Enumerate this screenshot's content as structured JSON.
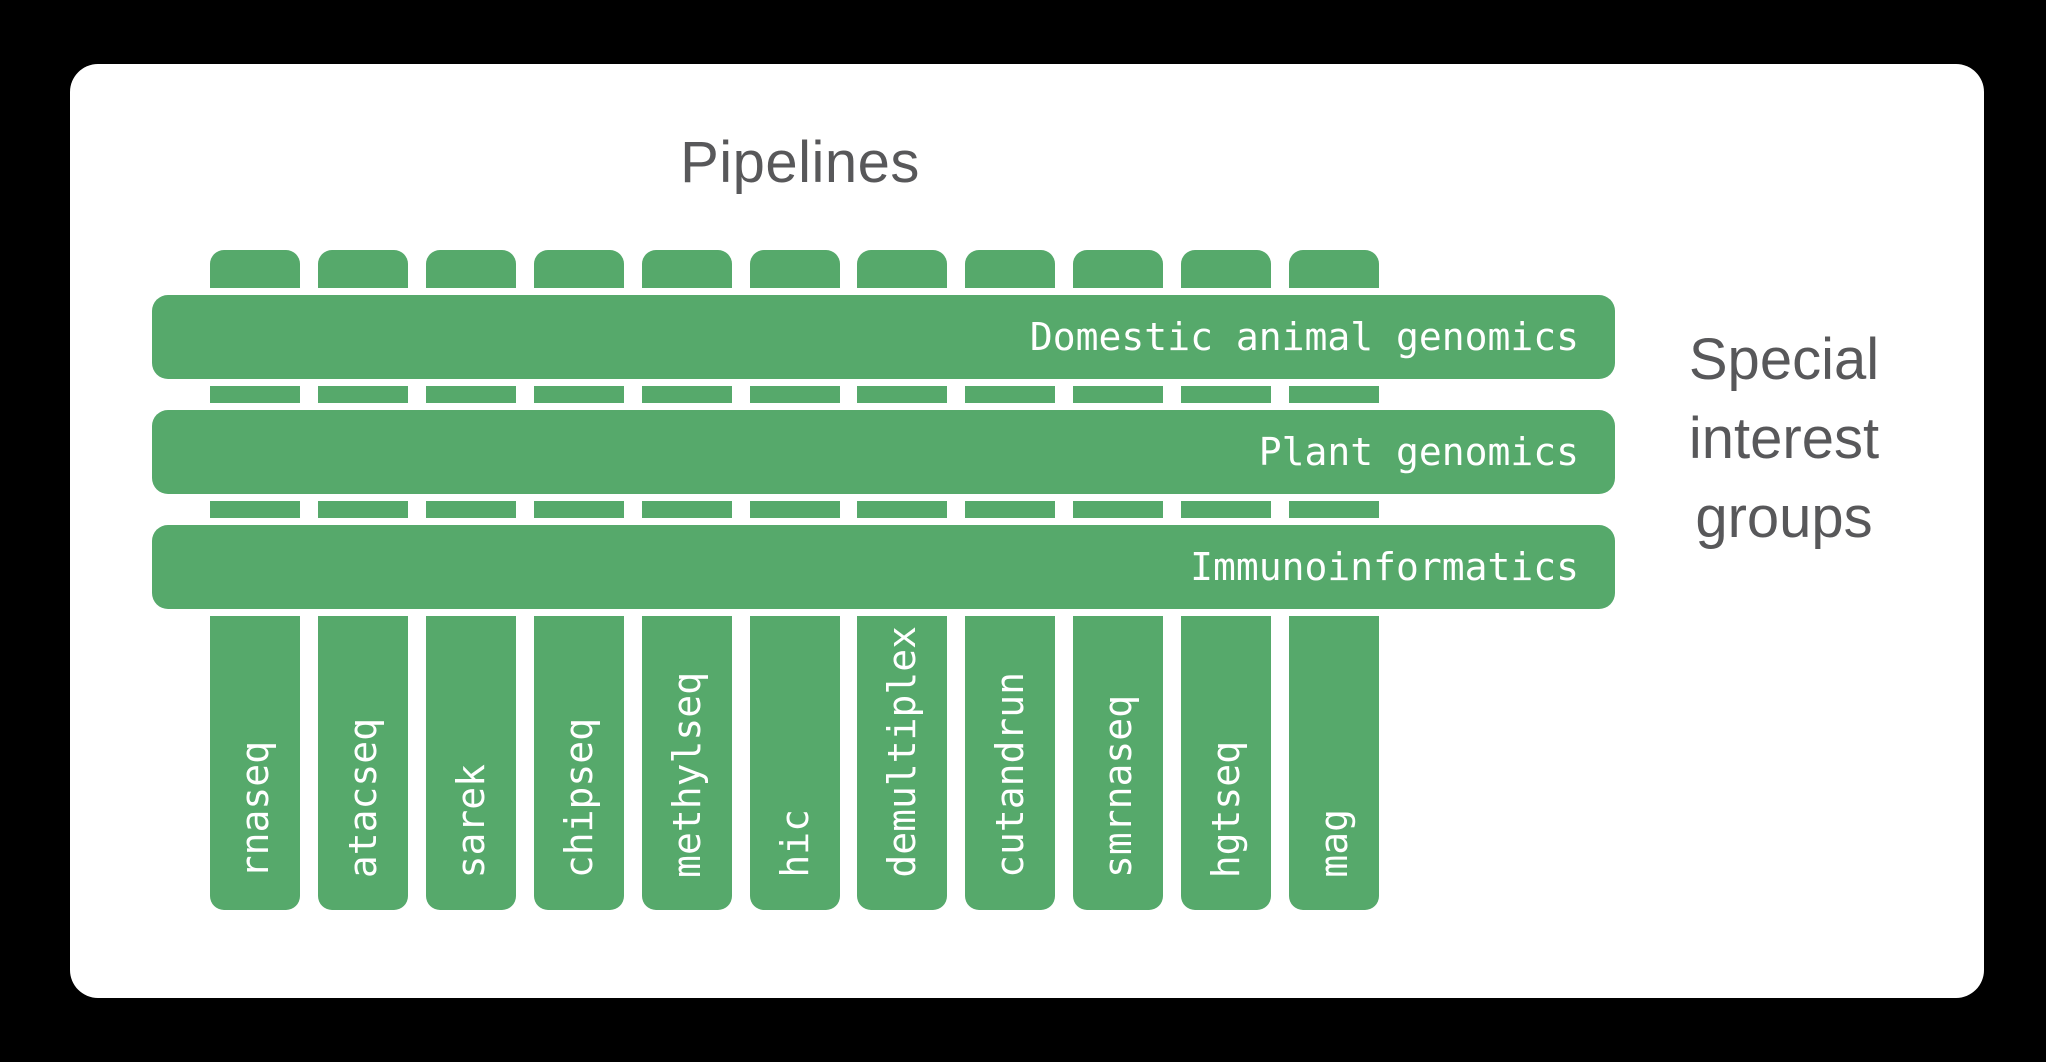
{
  "title": "Pipelines",
  "pipelines": [
    "rnaseq",
    "atacseq",
    "sarek",
    "chipseq",
    "methylseq",
    "hic",
    "demultiplex",
    "cutandrun",
    "smrnaseq",
    "hgtseq",
    "mag"
  ],
  "special_interest_groups": [
    "Domestic animal genomics",
    "Plant genomics",
    "Immunoinformatics"
  ],
  "side_label": {
    "lines": [
      "Special",
      "interest",
      "groups"
    ]
  },
  "colors": {
    "green": "#56A96B",
    "text_gray": "#58585A",
    "bar_text": "#FFFFFF",
    "card_bg": "#FFFFFF",
    "page_bg": "#000000"
  }
}
